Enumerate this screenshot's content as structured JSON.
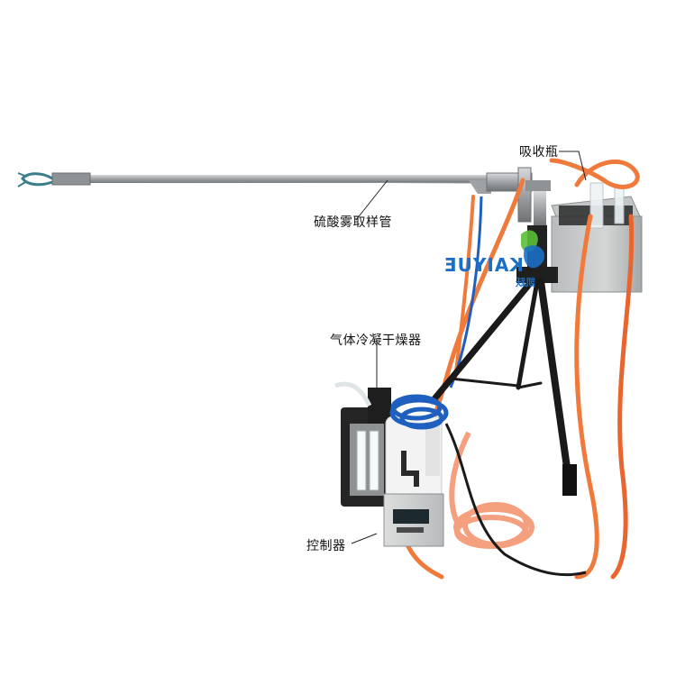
{
  "labels": {
    "absorption_bottle": "吸收瓶",
    "sampling_tube": "硫酸雾取样管",
    "gas_dryer": "气体冷凝干燥器",
    "controller": "控制器"
  },
  "logo": {
    "brand": "KAIYUE",
    "sub": "凯跃"
  },
  "colors": {
    "background": "#ffffff",
    "steel": "#a9acae",
    "orange_hose": "#f07a3c",
    "salmon_hose": "#f4a07e",
    "blue_hose": "#1f5fbf",
    "tripod": "#1a1a1a",
    "logo_blue": "#1b6fc6",
    "logo_green": "#5bbf3a"
  }
}
